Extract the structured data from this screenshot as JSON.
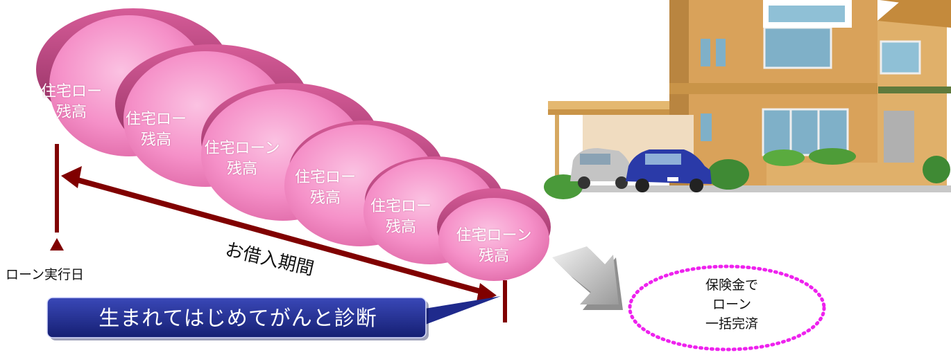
{
  "balances": [
    {
      "line1": "住宅ロー",
      "line2": "残高"
    },
    {
      "line1": "住宅ロー",
      "line2": "残高"
    },
    {
      "line1": "住宅ローン",
      "line2": "残高"
    },
    {
      "line1": "住宅ロー",
      "line2": "残高"
    },
    {
      "line1": "住宅ロー",
      "line2": "残高"
    },
    {
      "line1": "住宅ローン",
      "line2": "残高"
    }
  ],
  "timeline": {
    "start_label": "ローン実行日",
    "period_label": "お借入期間"
  },
  "callout": {
    "text": "生まれてはじめてがんと診断"
  },
  "payoff": {
    "line1": "保険金で",
    "line2": "ローン",
    "line3": "一括完済"
  },
  "colors": {
    "balance_pink": "#f590c8",
    "arrow_maroon": "#800000",
    "callout_blue": "#1f2a8c",
    "payoff_border": "#ee22ee"
  }
}
